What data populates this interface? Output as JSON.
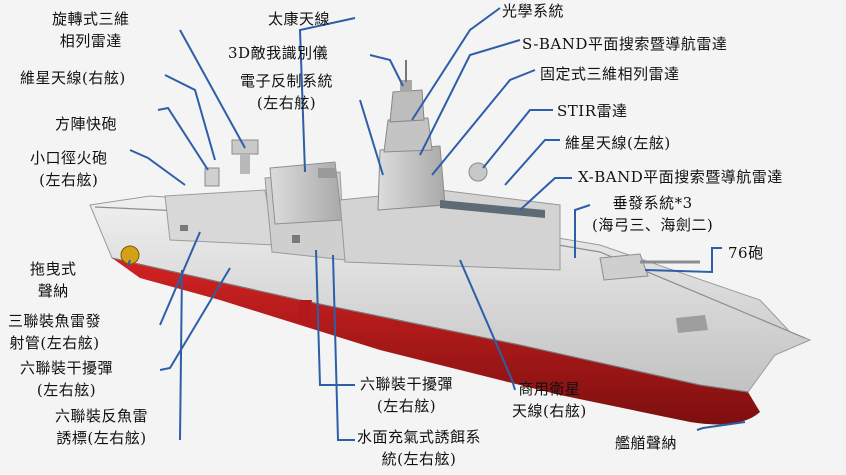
{
  "labels": {
    "rotating_3d_radar": [
      "旋轉式三維",
      "相列雷達"
    ],
    "satcom_starboard": [
      "維星天線(右舷)"
    ],
    "ciws": [
      "方陣快砲"
    ],
    "small_guns": [
      "小口徑火砲",
      "(左右舷)"
    ],
    "towed_sonar": [
      "拖曳式",
      "聲納"
    ],
    "triple_torpedo": [
      "三聯裝魚雷發",
      "射管(左右舷)"
    ],
    "six_jammer_left": [
      "六聯裝干擾彈",
      "(左右舷)"
    ],
    "six_anti_torpedo": [
      "六聯裝反魚雷",
      "誘標(左右舷)"
    ],
    "tacan": [
      "太康天線"
    ],
    "iff": [
      "3D敵我識別儀"
    ],
    "ecm": [
      "電子反制系統",
      "(左右舷)"
    ],
    "optical": [
      "光學系統"
    ],
    "sband": [
      "S-BAND平面搜索暨導航雷達"
    ],
    "fixed_3d_radar": [
      "固定式三維相列雷達"
    ],
    "stir": [
      "STIR雷達"
    ],
    "satcom_port": [
      "維星天線(左舷)"
    ],
    "xband": [
      "X-BAND平面搜索暨導航雷達"
    ],
    "vls": [
      "垂發系統*3",
      "(海弓三、海劍二)"
    ],
    "gun76": [
      "76砲"
    ],
    "six_jammer_mid": [
      "六聯裝干擾彈",
      "(左右舷)"
    ],
    "water_decoy": [
      "水面充氣式誘餌系",
      "統(左右舷)"
    ],
    "commercial_sat": [
      "商用衛星",
      "天線(右舷)"
    ],
    "bow_sonar": [
      "艦艏聲納"
    ]
  },
  "colors": {
    "leader": "#2d5fa8",
    "hull_light": "#e4e4e4",
    "hull_shade": "#c9c9c9",
    "hull_red": "#c41d1d",
    "superstructure": "#d6d6d6"
  }
}
